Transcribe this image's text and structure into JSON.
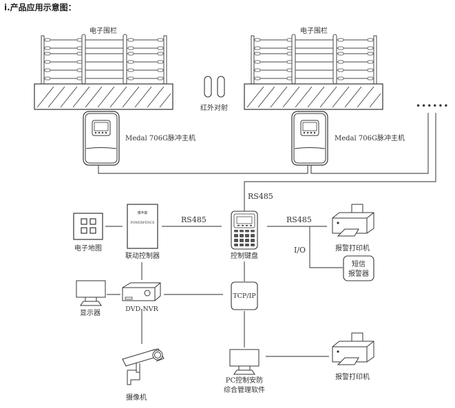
{
  "title": "i.产品应用示意图：",
  "fences": [
    {
      "label": "电子围栏"
    },
    {
      "label": "电子围栏"
    }
  ],
  "infrared": {
    "label": "红外对射"
  },
  "hosts": [
    {
      "label": "Medal 706G脉冲主机"
    },
    {
      "label": "Medal 706G脉冲主机"
    }
  ],
  "ellipsis": "••••••",
  "bus_labels": {
    "rs485_top": "RS485",
    "rs485_left": "RS485",
    "rs485_right": "RS485",
    "io": "I/O"
  },
  "devices": {
    "emap": {
      "label": "电子地图"
    },
    "linkage": {
      "label": "联动控制器",
      "brand_cn": "博丰斯",
      "brand_en": "POWERFENCE"
    },
    "keypad": {
      "label": "控制键盘"
    },
    "printer1": {
      "label": "报警打印机"
    },
    "sms": {
      "line1": "短信",
      "line2": "报警器"
    },
    "monitor": {
      "label": "显示器"
    },
    "nvr": {
      "label": "DVD-NVR"
    },
    "tcpip": {
      "label": "TCP/IP"
    },
    "camera": {
      "label": "摄像机"
    },
    "pc": {
      "line1": "PC控制安防",
      "line2": "综合管理软件"
    },
    "printer2": {
      "label": "报警打印机"
    }
  }
}
